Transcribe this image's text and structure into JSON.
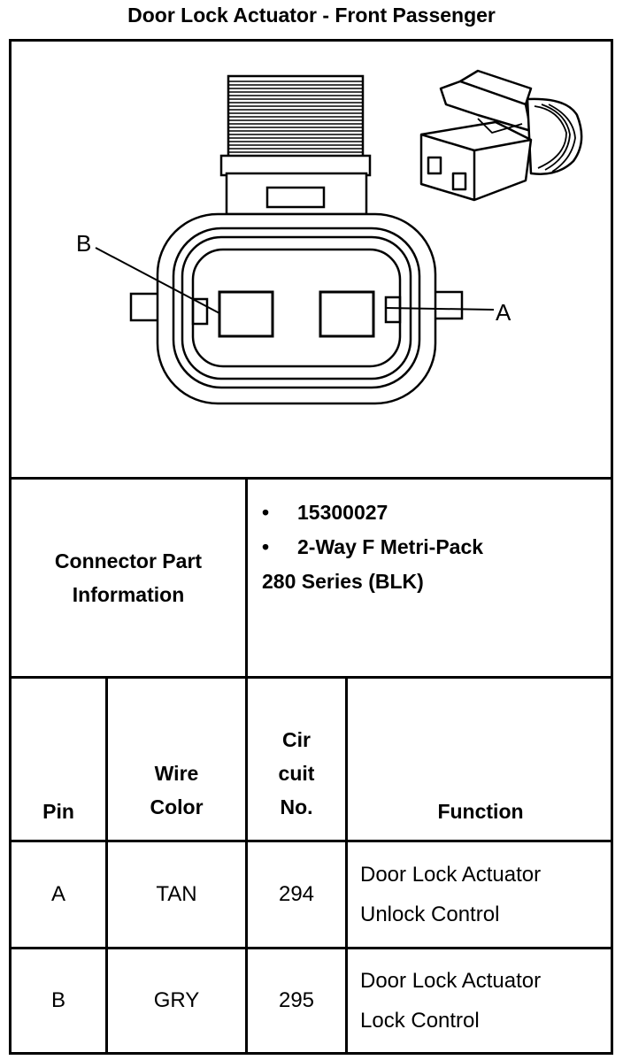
{
  "title": "Door Lock Actuator - Front Passenger",
  "diagram": {
    "label_a": "A",
    "label_b": "B"
  },
  "connector_info": {
    "label": "Connector Part Information",
    "bullets": [
      "15300027",
      "2-Way F Metri-Pack"
    ],
    "continuation": "280 Series (BLK)"
  },
  "table": {
    "headers": {
      "pin": "Pin",
      "wire_color": "Wire Color",
      "circuit": "Cir cuit No.",
      "function": "Function"
    },
    "rows": [
      {
        "pin": "A",
        "color": "TAN",
        "circuit": "294",
        "function_line1": "Door Lock Actuator",
        "function_line2": "Unlock Control"
      },
      {
        "pin": "B",
        "color": "GRY",
        "circuit": "295",
        "function_line1": "Door Lock Actuator",
        "function_line2": "Lock Control"
      }
    ]
  }
}
